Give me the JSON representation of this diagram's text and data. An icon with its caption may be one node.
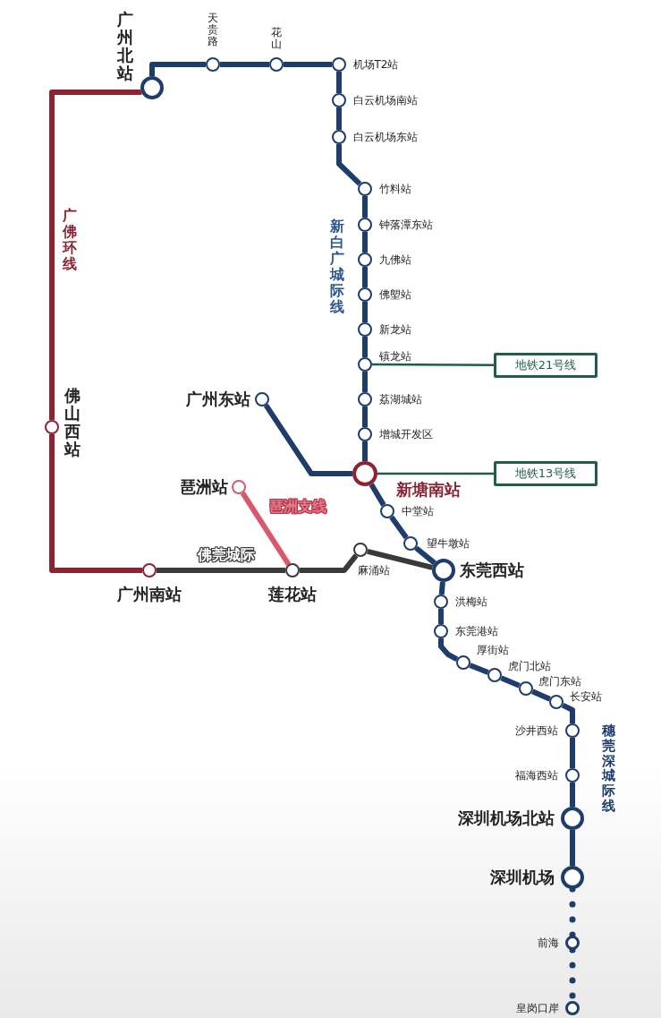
{
  "diagram": {
    "nodes": [
      {
        "text": [
          "广州北站"
        ]
      },
      {
        "text": [
          "天贵路"
        ]
      },
      {
        "text": [
          "花山"
        ]
      },
      {
        "text": [
          "机场T2站"
        ]
      },
      {
        "text": [
          "白云机场南站"
        ]
      },
      {
        "text": [
          "白云机场东站"
        ]
      },
      {
        "text": [
          "竹料站"
        ]
      },
      {
        "text": [
          "钟落潭东站"
        ]
      },
      {
        "text": [
          "九佛站"
        ]
      },
      {
        "text": [
          "佛塱站"
        ]
      },
      {
        "text": [
          "新龙站"
        ]
      },
      {
        "text": [
          "镇龙站"
        ]
      },
      {
        "text": [
          "荔湖城站"
        ]
      },
      {
        "text": [
          "增城开发区"
        ]
      },
      {
        "text": [
          "新塘南站"
        ]
      },
      {
        "text": [
          "广州东站"
        ]
      },
      {
        "text": [
          "中堂站"
        ]
      },
      {
        "text": [
          "望牛墩站"
        ]
      },
      {
        "text": [
          "东莞西站"
        ]
      },
      {
        "text": [
          "洪梅站"
        ]
      },
      {
        "text": [
          "东莞港站"
        ]
      },
      {
        "text": [
          "厚街站"
        ]
      },
      {
        "text": [
          "虎门北站"
        ]
      },
      {
        "text": [
          "虎门东站"
        ]
      },
      {
        "text": [
          "长安站"
        ]
      },
      {
        "text": [
          "沙井西站"
        ]
      },
      {
        "text": [
          "福海西站"
        ]
      },
      {
        "text": [
          "深圳机场北站"
        ]
      },
      {
        "text": [
          "深圳机场"
        ]
      },
      {
        "text": [
          "前海"
        ]
      },
      {
        "text": [
          "皇岗口岸"
        ]
      },
      {
        "text": [
          "佛山西站"
        ]
      },
      {
        "text": [
          "广州南站"
        ]
      },
      {
        "text": [
          "莲花站"
        ]
      },
      {
        "text": [
          "琶洲站"
        ]
      },
      {
        "text": [
          "麻涌站"
        ]
      },
      {
        "text": [
          "地铁21号线"
        ]
      },
      {
        "text": [
          "地铁13号线"
        ]
      }
    ],
    "edges": [
      {
        "from": 0,
        "to": 1,
        "arrow": "none"
      },
      {
        "from": 1,
        "to": 2,
        "arrow": "none"
      },
      {
        "from": 2,
        "to": 3,
        "arrow": "none"
      },
      {
        "from": 3,
        "to": 4,
        "arrow": "none"
      },
      {
        "from": 4,
        "to": 5,
        "arrow": "none"
      },
      {
        "from": 5,
        "to": 6,
        "arrow": "none"
      },
      {
        "from": 6,
        "to": 7,
        "arrow": "none"
      },
      {
        "from": 7,
        "to": 8,
        "arrow": "none"
      },
      {
        "from": 8,
        "to": 9,
        "arrow": "none"
      },
      {
        "from": 9,
        "to": 10,
        "arrow": "none"
      },
      {
        "from": 10,
        "to": 11,
        "arrow": "none"
      },
      {
        "from": 11,
        "to": 12,
        "arrow": "none"
      },
      {
        "from": 12,
        "to": 13,
        "arrow": "none"
      },
      {
        "from": 13,
        "to": 14,
        "arrow": "none"
      },
      {
        "from": 15,
        "to": 14,
        "arrow": "none"
      },
      {
        "from": 14,
        "to": 16,
        "arrow": "none"
      },
      {
        "from": 16,
        "to": 17,
        "arrow": "none"
      },
      {
        "from": 17,
        "to": 18,
        "arrow": "none"
      },
      {
        "from": 18,
        "to": 19,
        "arrow": "none"
      },
      {
        "from": 19,
        "to": 20,
        "arrow": "none"
      },
      {
        "from": 20,
        "to": 21,
        "arrow": "none"
      },
      {
        "from": 21,
        "to": 22,
        "arrow": "none"
      },
      {
        "from": 22,
        "to": 23,
        "arrow": "none"
      },
      {
        "from": 23,
        "to": 24,
        "arrow": "none"
      },
      {
        "from": 24,
        "to": 25,
        "arrow": "none"
      },
      {
        "from": 25,
        "to": 26,
        "arrow": "none"
      },
      {
        "from": 26,
        "to": 27,
        "arrow": "none"
      },
      {
        "from": 27,
        "to": 28,
        "arrow": "none"
      },
      {
        "from": 28,
        "to": 29,
        "arrow": "none",
        "style": "dashed"
      },
      {
        "from": 29,
        "to": 30,
        "arrow": "none",
        "style": "dashed"
      },
      {
        "from": 0,
        "to": 31,
        "arrow": "none",
        "color": "#8b2332"
      },
      {
        "from": 31,
        "to": 32,
        "arrow": "none",
        "color": "#8b2332"
      },
      {
        "from": 32,
        "to": 33,
        "arrow": "none",
        "color": "#3a3a3a"
      },
      {
        "from": 33,
        "to": 35,
        "arrow": "none",
        "color": "#3a3a3a"
      },
      {
        "from": 35,
        "to": 18,
        "arrow": "none",
        "color": "#3a3a3a"
      },
      {
        "from": 34,
        "to": 33,
        "arrow": "none",
        "color": "#d65a6c"
      },
      {
        "from": 11,
        "to": 36,
        "arrow": "none",
        "color": "#1f5e4a"
      },
      {
        "from": 14,
        "to": 37,
        "arrow": "none",
        "color": "#1f5e4a"
      }
    ],
    "labels": [
      "广佛环线",
      "新白广城际线",
      "琶洲支线",
      "佛莞城际",
      "穗莞深城际线"
    ]
  }
}
